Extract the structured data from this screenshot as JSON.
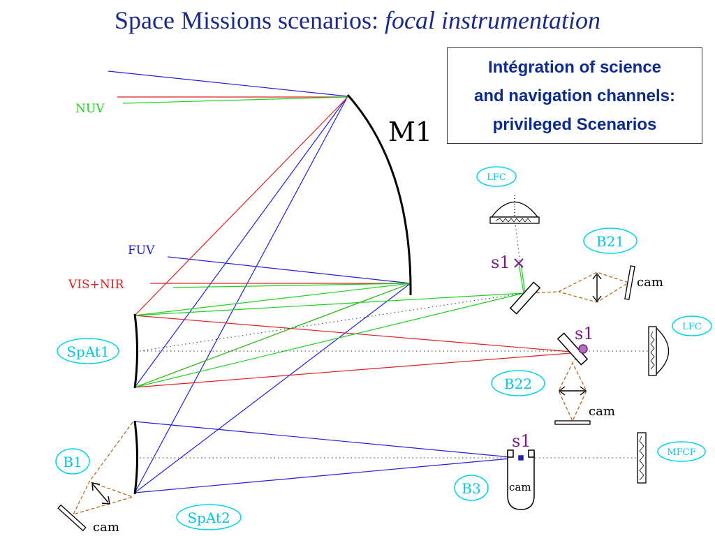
{
  "title": {
    "main": "Space Missions scenarios: ",
    "italic": "focal instrumentation"
  },
  "note": {
    "line1": "Intégration of science",
    "line2": "and navigation channels:",
    "line3": "privileged Scenarios"
  },
  "labels": {
    "m1": "M1",
    "nuv": "NUV",
    "fuv": "FUV",
    "vis_nir": "VIS+NIR",
    "spat1": "SpAt1",
    "spat2": "SpAt2",
    "b1": "B1",
    "b21": "B21",
    "b22": "B22",
    "b3": "B3",
    "lfc_top": "LFC",
    "lfc_right": "LFC",
    "mfcf": "MFCF",
    "s1_b21": "s1",
    "s1_b22": "s1",
    "s1_b3": "s1",
    "cam_b1": "cam",
    "cam_b21": "cam",
    "cam_b22": "cam",
    "cam_b3": "cam"
  },
  "colors": {
    "title": "#1b2a8a",
    "note_text": "#0d2a8c",
    "blue_ray": "#2020e0",
    "red_ray": "#e02020",
    "green_ray": "#20d020",
    "brown_dashed": "#b06010",
    "cyan_label": "#00c8e6",
    "purple_s1": "#7a1a8a"
  }
}
